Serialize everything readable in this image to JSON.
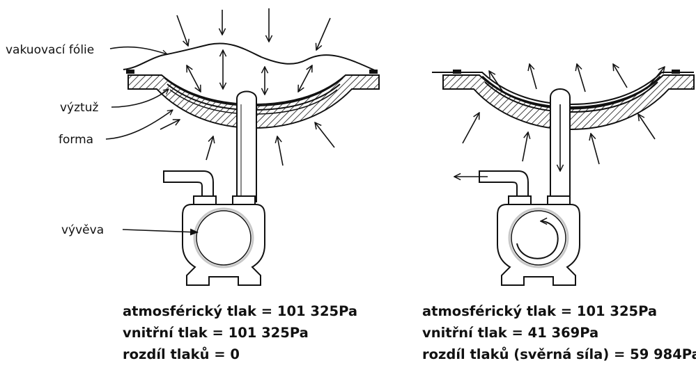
{
  "labels": {
    "film": "vakuovací fólie",
    "reinforcement": "výztuž",
    "mold": "forma",
    "pump": "vývěva"
  },
  "left_panel": {
    "atm": "atmosférický tlak = 101 325Pa",
    "inner": "vnitřní tlak = 101 325Pa",
    "diff": "rozdíl tlaků = 0"
  },
  "right_panel": {
    "atm": "atmosférický tlak = 101 325Pa",
    "inner": "vnitřní tlak = 41 369Pa",
    "diff": "rozdíl tlaků (svěrná síla) = 59 984Pa"
  },
  "colors": {
    "ink": "#111111",
    "pump_ring": "#c8c8c8",
    "pipe_fill": "#ffffff"
  },
  "icons": {
    "pressure_arrow": "arrow-icon",
    "pump": "vacuum-pump-icon",
    "flow_arrow": "rotation-arrow-icon"
  }
}
